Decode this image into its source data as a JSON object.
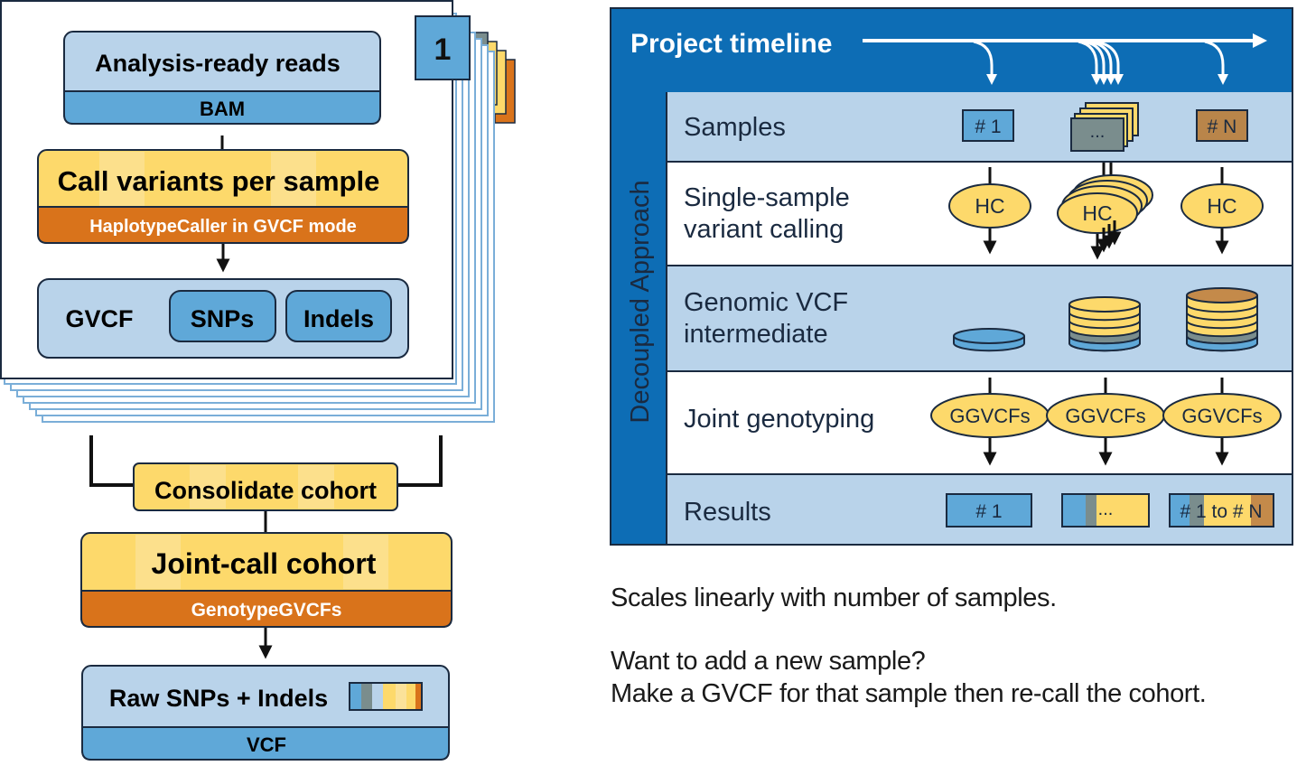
{
  "pipeline": {
    "stack_number": "1",
    "reads": {
      "title": "Analysis-ready reads",
      "format": "BAM"
    },
    "call_variants": {
      "title": "Call variants per sample",
      "tool": "HaplotypeCaller in GVCF mode"
    },
    "gvcf": {
      "label": "GVCF",
      "snps": "SNPs",
      "indels": "Indels"
    },
    "consolidate": "Consolidate cohort",
    "joint_call": {
      "title": "Joint-call cohort",
      "tool": "GenotypeGVCFs"
    },
    "raw": {
      "title": "Raw SNPs + Indels",
      "format": "VCF"
    }
  },
  "timeline": {
    "header": "Project timeline",
    "side_label": "Decoupled Approach",
    "rows": {
      "samples": "Samples",
      "single_1": "Single-sample",
      "single_2": "variant calling",
      "genomic_1": "Genomic VCF",
      "genomic_2": "intermediate",
      "joint": "Joint genotyping",
      "results": "Results"
    },
    "sample_first": "# 1",
    "sample_more": "...",
    "sample_last": "# N",
    "hc": "HC",
    "ggvcfs": "GGVCFs",
    "result_first": "# 1",
    "result_more": "...",
    "result_last": "# 1 to # N"
  },
  "notes": {
    "line1": "Scales linearly with number of samples.",
    "line2": "Want to add a new sample?",
    "line3": "Make a GVCF for that sample then re-call the cohort."
  },
  "colors": {
    "blue_light": "#b9d3ea",
    "blue_mid": "#5fa8d8",
    "blue_dark": "#0d6db5",
    "yellow": "#fdd96b",
    "orange": "#d9731b",
    "gray": "#7a8d8d",
    "outline": "#1a2a40"
  }
}
